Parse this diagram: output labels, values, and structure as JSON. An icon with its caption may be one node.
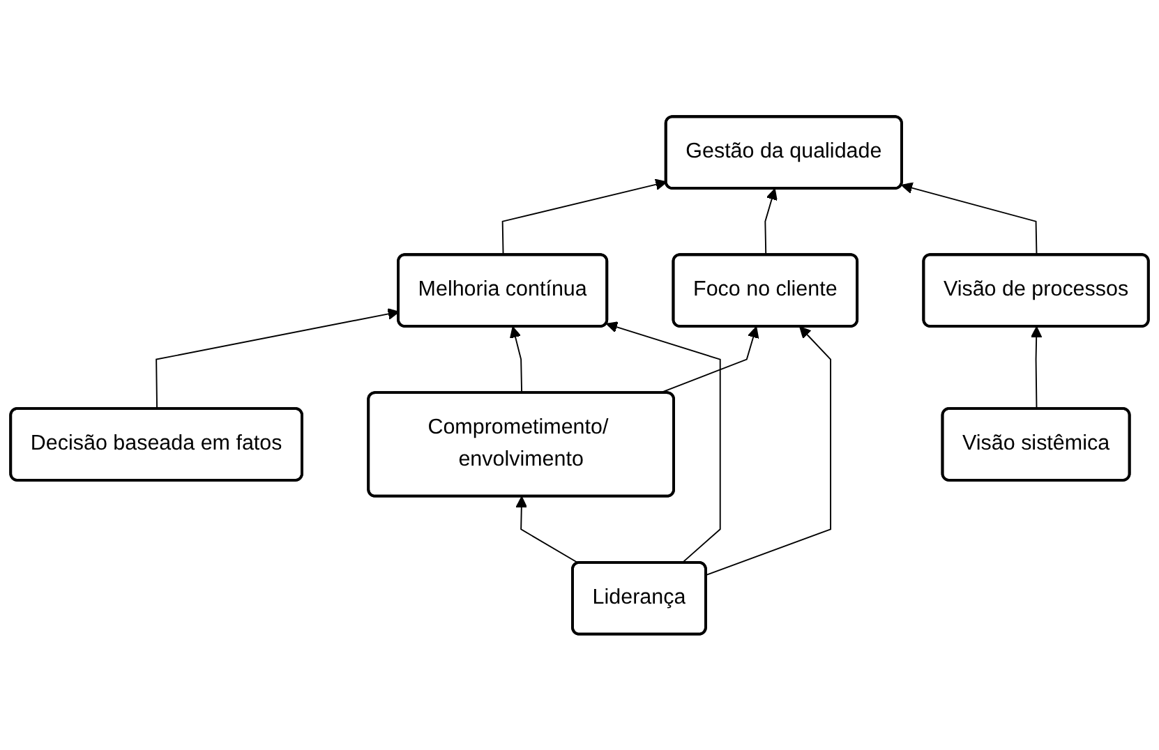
{
  "diagram": {
    "nodes": [
      {
        "text": [
          "Gestão da qualidade"
        ]
      },
      {
        "text": [
          "Melhoria contínua"
        ]
      },
      {
        "text": [
          "Foco no cliente"
        ]
      },
      {
        "text": [
          "Visão de processos"
        ]
      },
      {
        "text": [
          "Decisão baseada em fatos"
        ]
      },
      {
        "text": [
          "Comprometimento/ envolvimento"
        ]
      },
      {
        "text": [
          "Visão sistêmica"
        ]
      },
      {
        "text": [
          "Liderança"
        ]
      }
    ],
    "edges": [
      {
        "from": 1,
        "to": 0,
        "arrow": "to"
      },
      {
        "from": 2,
        "to": 0,
        "arrow": "to"
      },
      {
        "from": 3,
        "to": 0,
        "arrow": "to"
      },
      {
        "from": 4,
        "to": 1,
        "arrow": "to"
      },
      {
        "from": 5,
        "to": 1,
        "arrow": "to"
      },
      {
        "from": 5,
        "to": 2,
        "arrow": "to"
      },
      {
        "from": 7,
        "to": 1,
        "arrow": "to"
      },
      {
        "from": 7,
        "to": 2,
        "arrow": "to"
      },
      {
        "from": 7,
        "to": 5,
        "arrow": "to"
      },
      {
        "from": 6,
        "to": 3,
        "arrow": "to"
      }
    ]
  }
}
